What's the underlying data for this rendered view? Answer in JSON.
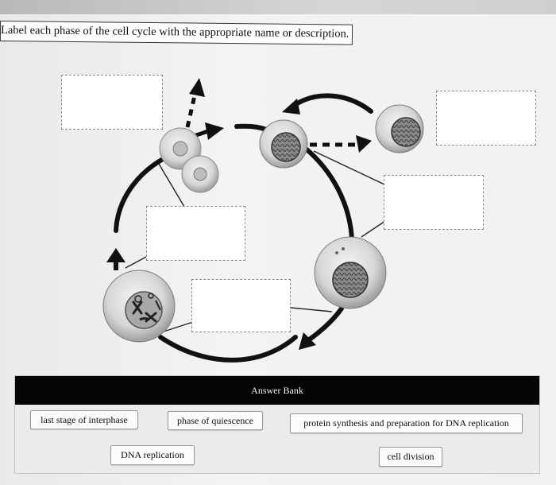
{
  "prompt": "Label each phase of the cell cycle with the appropriate name or description.",
  "answer_bank": {
    "header": "Answer Bank",
    "items": [
      "last stage of interphase",
      "phase of quiescence",
      "protein synthesis and preparation for DNA replication",
      "DNA replication",
      "cell division"
    ]
  }
}
